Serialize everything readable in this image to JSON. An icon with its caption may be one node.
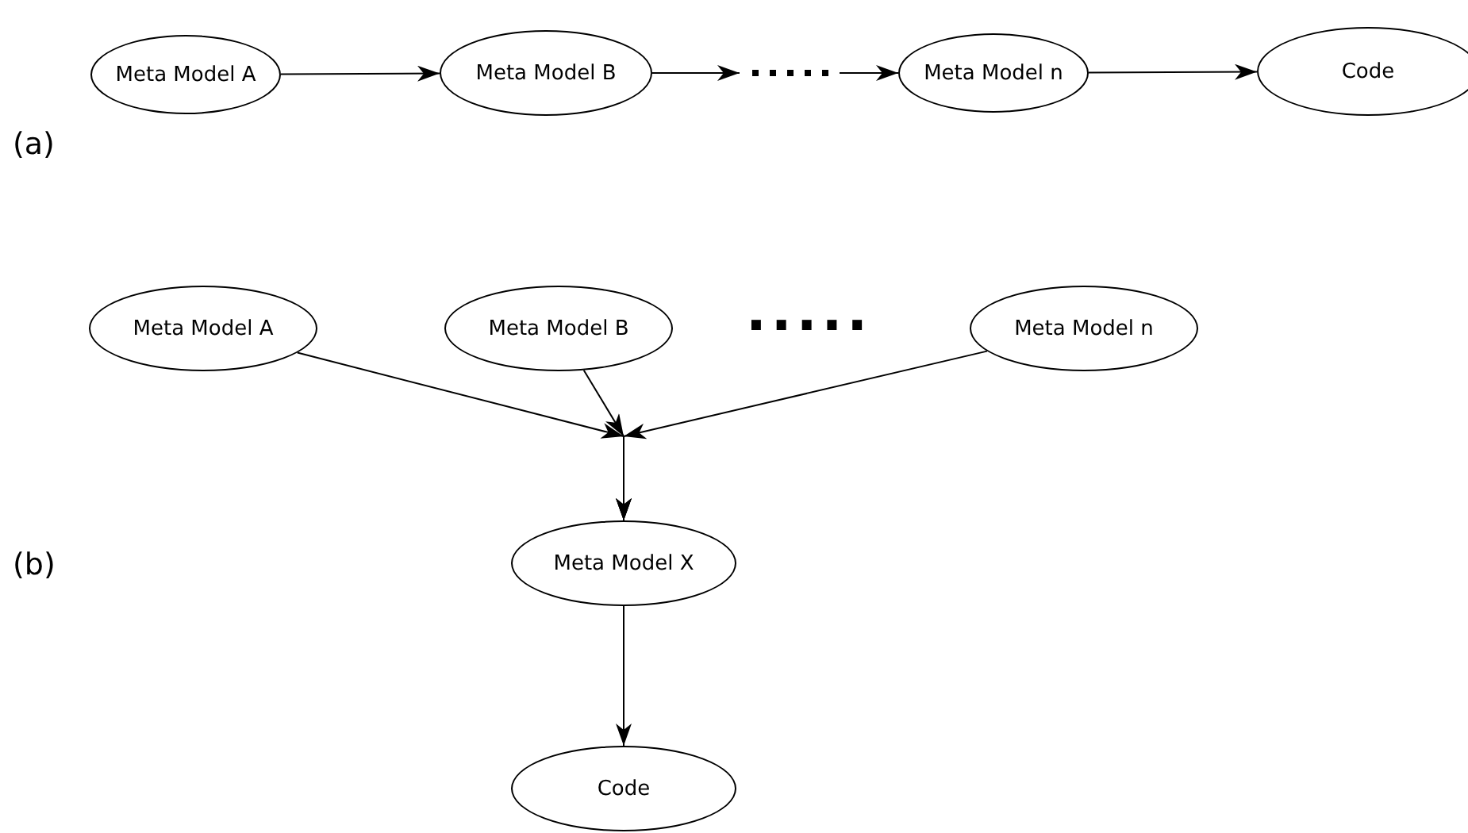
{
  "diagram": {
    "nodes": [
      {
        "text": [
          "Meta Model A"
        ]
      },
      {
        "text": [
          "Meta Model B"
        ]
      },
      {
        "text": [
          "Meta Model n"
        ]
      },
      {
        "text": [
          "Code"
        ]
      },
      {
        "text": [
          "Meta Model A"
        ]
      },
      {
        "text": [
          "Meta Model B"
        ]
      },
      {
        "text": [
          "Meta Model n"
        ]
      },
      {
        "text": [
          "Meta Model X"
        ]
      },
      {
        "text": [
          "Code"
        ]
      }
    ],
    "edges": [
      {
        "from": 0,
        "to": 1,
        "arrow": "to"
      },
      {
        "from": 1,
        "to": 2,
        "arrow": "to",
        "style": "dashed"
      },
      {
        "from": 2,
        "to": 3,
        "arrow": "to"
      },
      {
        "from": 4,
        "to": 7,
        "arrow": "to"
      },
      {
        "from": 5,
        "to": 7,
        "arrow": "to"
      },
      {
        "from": 6,
        "to": 7,
        "arrow": "to"
      },
      {
        "from": 7,
        "to": 8,
        "arrow": "to"
      }
    ],
    "labels": [
      "(a)",
      ".....",
      "(b)"
    ]
  }
}
